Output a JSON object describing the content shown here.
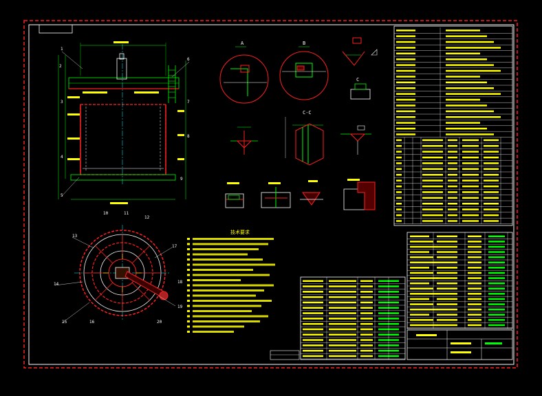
{
  "colors": {
    "background": "#000000",
    "sheet_border": "#ff0000",
    "frame": "#ffffff",
    "linework_green": "#00ff00",
    "linework_red": "#ff2020",
    "linework_white": "#ffffff",
    "text_yellow": "#ffff00",
    "text_cyan": "#00ffff"
  },
  "labels": {
    "section_a": "A",
    "section_b": "B",
    "section_c": "C",
    "section_cc": "C-C",
    "notes_heading": "技术要求"
  },
  "callouts": [
    "1",
    "2",
    "3",
    "4",
    "5",
    "6",
    "7",
    "8",
    "9",
    "10",
    "11",
    "12",
    "13",
    "14",
    "15",
    "16",
    "17",
    "18",
    "19",
    "20"
  ]
}
